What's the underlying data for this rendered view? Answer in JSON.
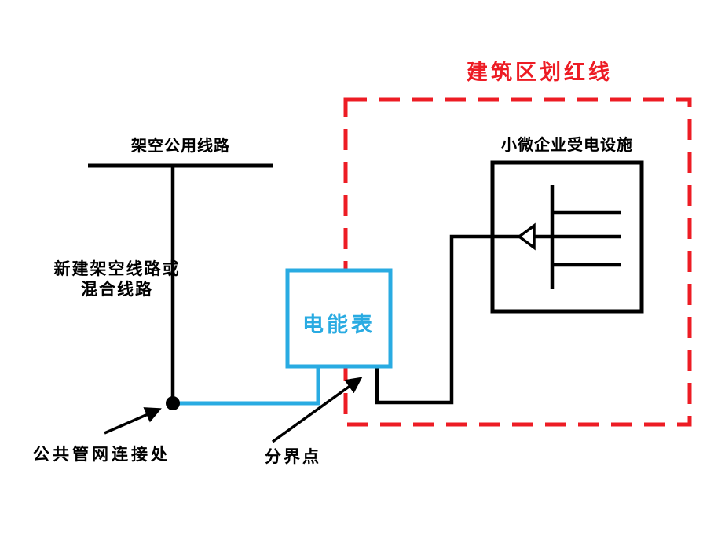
{
  "diagram": {
    "title": "建筑区划红线",
    "labels": {
      "overhead_public_line": "架空公用线路",
      "new_line_row1": "新建架空线路或",
      "new_line_row2": "混合线路",
      "meter": "电能表",
      "facility": "小微企业受电设施",
      "public_network_connection": "公共管网连接处",
      "boundary_point": "分界点"
    },
    "colors": {
      "boundary_red": "#ED1C24",
      "meter_blue": "#29ABE2",
      "line_black": "#000000"
    }
  }
}
